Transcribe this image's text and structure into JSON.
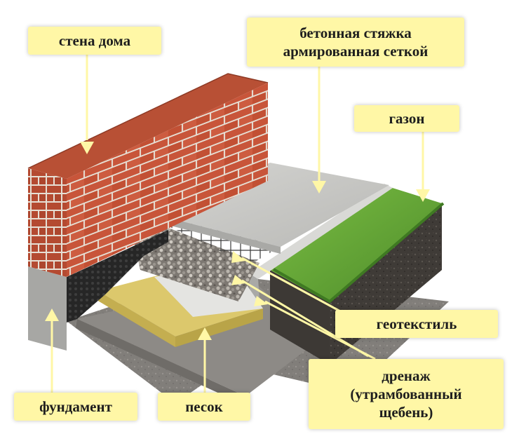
{
  "labels": {
    "house_wall": "стена дома",
    "concrete_screed": "бетонная стяжка\nармированная сеткой",
    "lawn": "газон",
    "geotextile": "геотекстиль",
    "drainage": "дренаж\n(утрамбованный\nщебень)",
    "foundation": "фундамент",
    "sand": "песок"
  },
  "colors": {
    "label_fill": "#fff7a6",
    "brick": "#c8553a",
    "mortar": "#e9e2d8",
    "concrete": "#c9c9c6",
    "grass": "#5f9e34",
    "soil": "#4a4540",
    "sand": "#d9c46a",
    "gravel": "#8a8680",
    "membrane": "#2a2a2a"
  }
}
